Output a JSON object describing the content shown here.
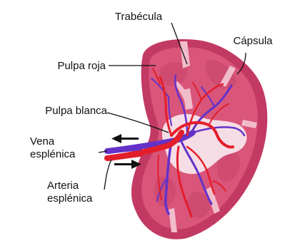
{
  "labels": {
    "trabecula": "Trabécula",
    "capsula": "Cápsula",
    "pulpa_roja": "Pulpa roja",
    "pulpa_blanca": "Pulpa blanca",
    "vena_line1": "Vena",
    "vena_line2": "esplénica",
    "arteria_line1": "Arteria",
    "arteria_line2": "esplénica"
  },
  "colors": {
    "capsule": "#c23a63",
    "capsule_outline": "#b12f57",
    "red_pulp": "#d9557a",
    "red_pulp_dark": "#c6436a",
    "trabecula": "#f1bccb",
    "white_pulp": "#f6dde5",
    "artery": "#e31e2b",
    "vein": "#6432c8",
    "arrow": "#111111",
    "leader": "#111111"
  },
  "icons": {
    "flow_out": "arrow-left-icon",
    "flow_in": "arrow-right-icon"
  }
}
